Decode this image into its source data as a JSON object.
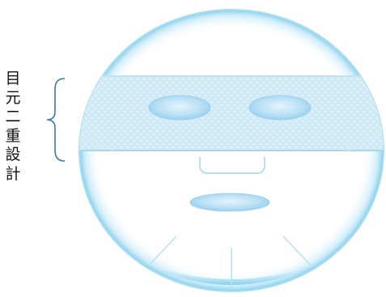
{
  "eye_zone_label": {
    "text": "目元二重設計",
    "chars": [
      "目",
      "元",
      "二",
      "重",
      "設",
      "計"
    ]
  },
  "colors": {
    "mask_outline": "#9fdcef",
    "mask_glow": "#6fc8ea",
    "eye_band": "#cdeaf7",
    "eye_band_border": "#a9dcf1",
    "cutout_fill": "#a9d8f2",
    "cutout_highlight": "#e8f6fd",
    "bracket": "#3a77c0",
    "mouth_fill": "#9fd3f0"
  },
  "icons": {
    "bracket": "left-curly-brace-icon",
    "mask": "face-sheet-mask-icon"
  }
}
